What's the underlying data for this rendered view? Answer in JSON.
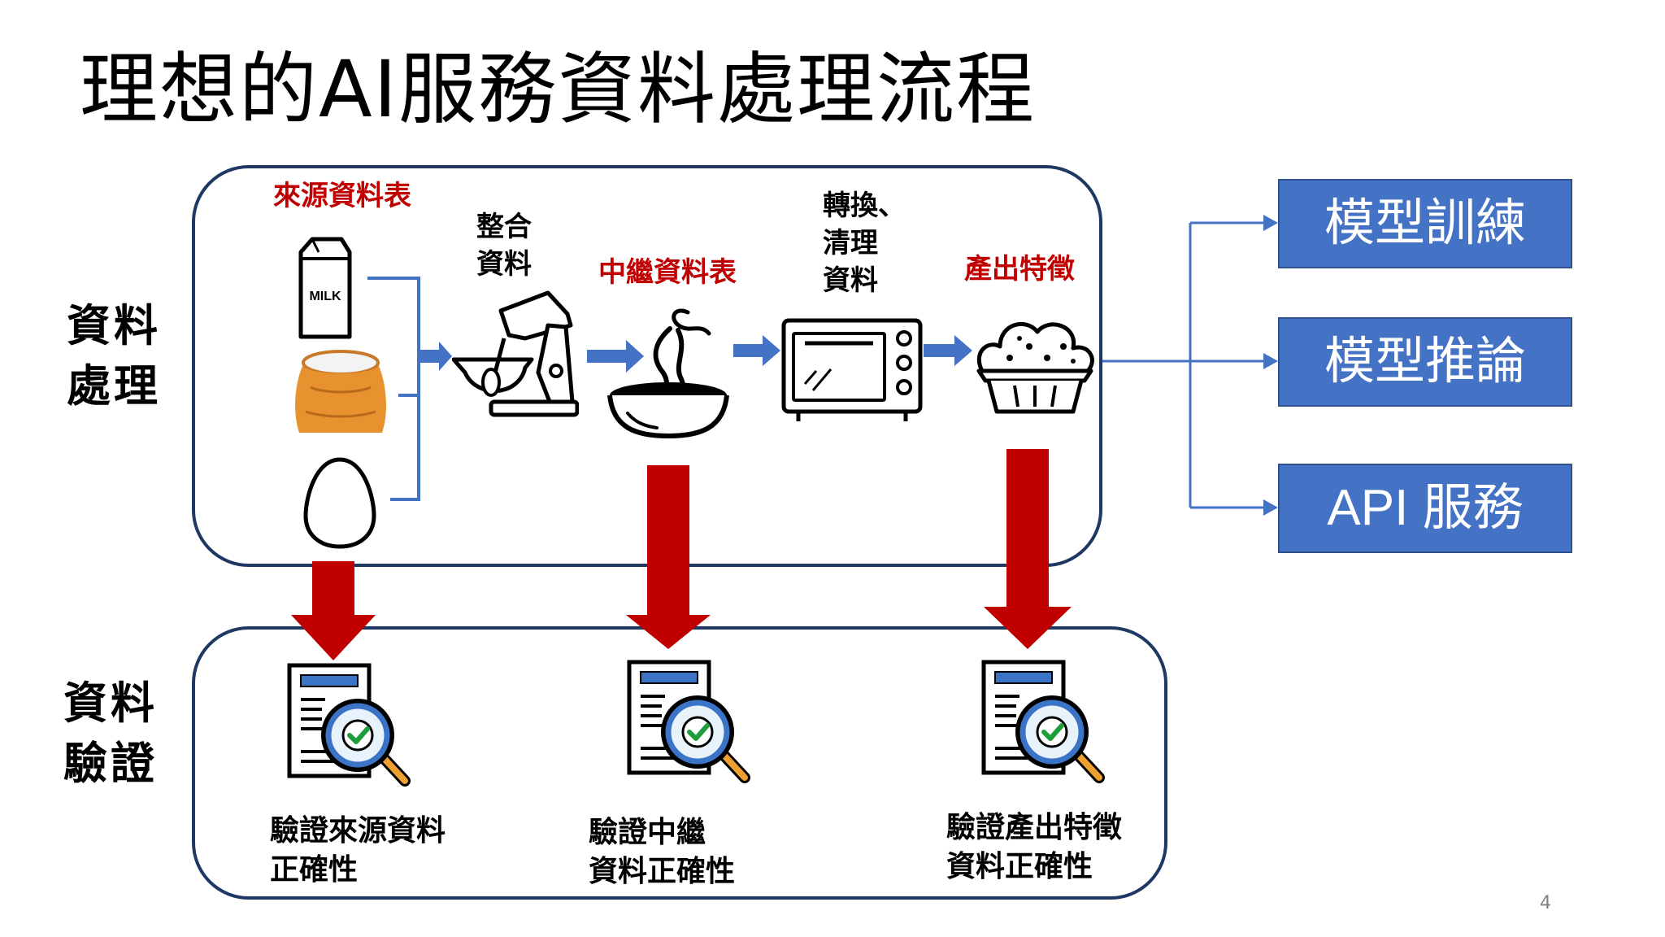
{
  "title": "理想的AI服務資料處理流程",
  "side_labels": {
    "processing": [
      "資料",
      "處理"
    ],
    "validation": [
      "資料",
      "驗證"
    ]
  },
  "steps": {
    "source_tables": "來源資料表",
    "integrate": [
      "整合",
      "資料"
    ],
    "intermediate_tables": "中繼資料表",
    "transform_clean": [
      "轉換、",
      "清理",
      "資料"
    ],
    "output_features": "產出特徵"
  },
  "milk_text": "MILK",
  "outputs": [
    "模型訓練",
    "模型推論",
    "API 服務"
  ],
  "validations": [
    [
      "驗證來源資料",
      "正確性"
    ],
    [
      "驗證中繼",
      "資料正確性"
    ],
    [
      "驗證產出特徵",
      "資料正確性"
    ]
  ],
  "page_number": "4",
  "colors": {
    "arrow_blue": "#4472c4",
    "arrow_red": "#c00000",
    "panel_border": "#1f3863",
    "label_red": "#c00000"
  },
  "icons": [
    "milk-carton-icon",
    "flour-sack-icon",
    "egg-icon",
    "stand-mixer-icon",
    "mixing-bowl-icon",
    "oven-icon",
    "muffin-icon",
    "document-magnifier-check-icon"
  ]
}
